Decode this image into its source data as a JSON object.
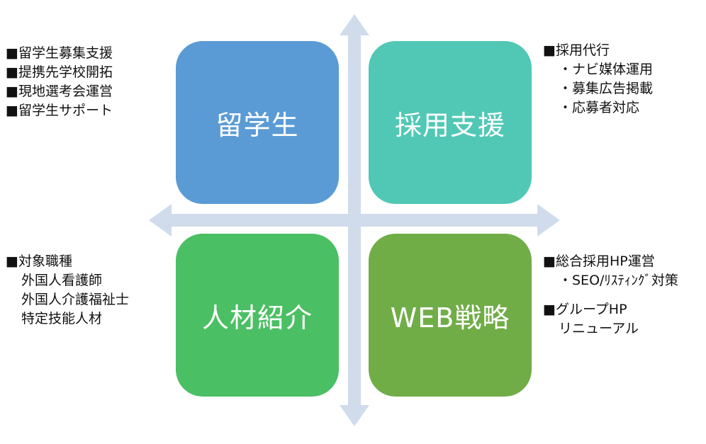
{
  "quadrants": {
    "top_left": {
      "title": "留学生",
      "color": "#5b9bd5",
      "items": [
        "■留学生募集支援",
        "■提携先学校開拓",
        "■現地選考会運営",
        "■留学生サポート"
      ]
    },
    "top_right": {
      "title": "採用支援",
      "color": "#51c8b5",
      "heading": "■採用代行",
      "items": [
        "・ナビ媒体運用",
        "・募集広告掲載",
        "・応募者対応"
      ]
    },
    "bottom_left": {
      "title": "人材紹介",
      "color": "#4bbf63",
      "heading": "■対象職種",
      "items": [
        "外国人看護師",
        "外国人介護福祉士",
        "特定技能人材"
      ]
    },
    "bottom_right": {
      "title": "WEB戦略",
      "color": "#70ad47",
      "heading1": "■総合採用HP運営",
      "item1": "・SEO/ﾘｽﾃｨﾝｸﾞ対策",
      "heading2": "■グループHP",
      "item2": "リニューアル"
    }
  },
  "axis_color": "#d0dcec"
}
